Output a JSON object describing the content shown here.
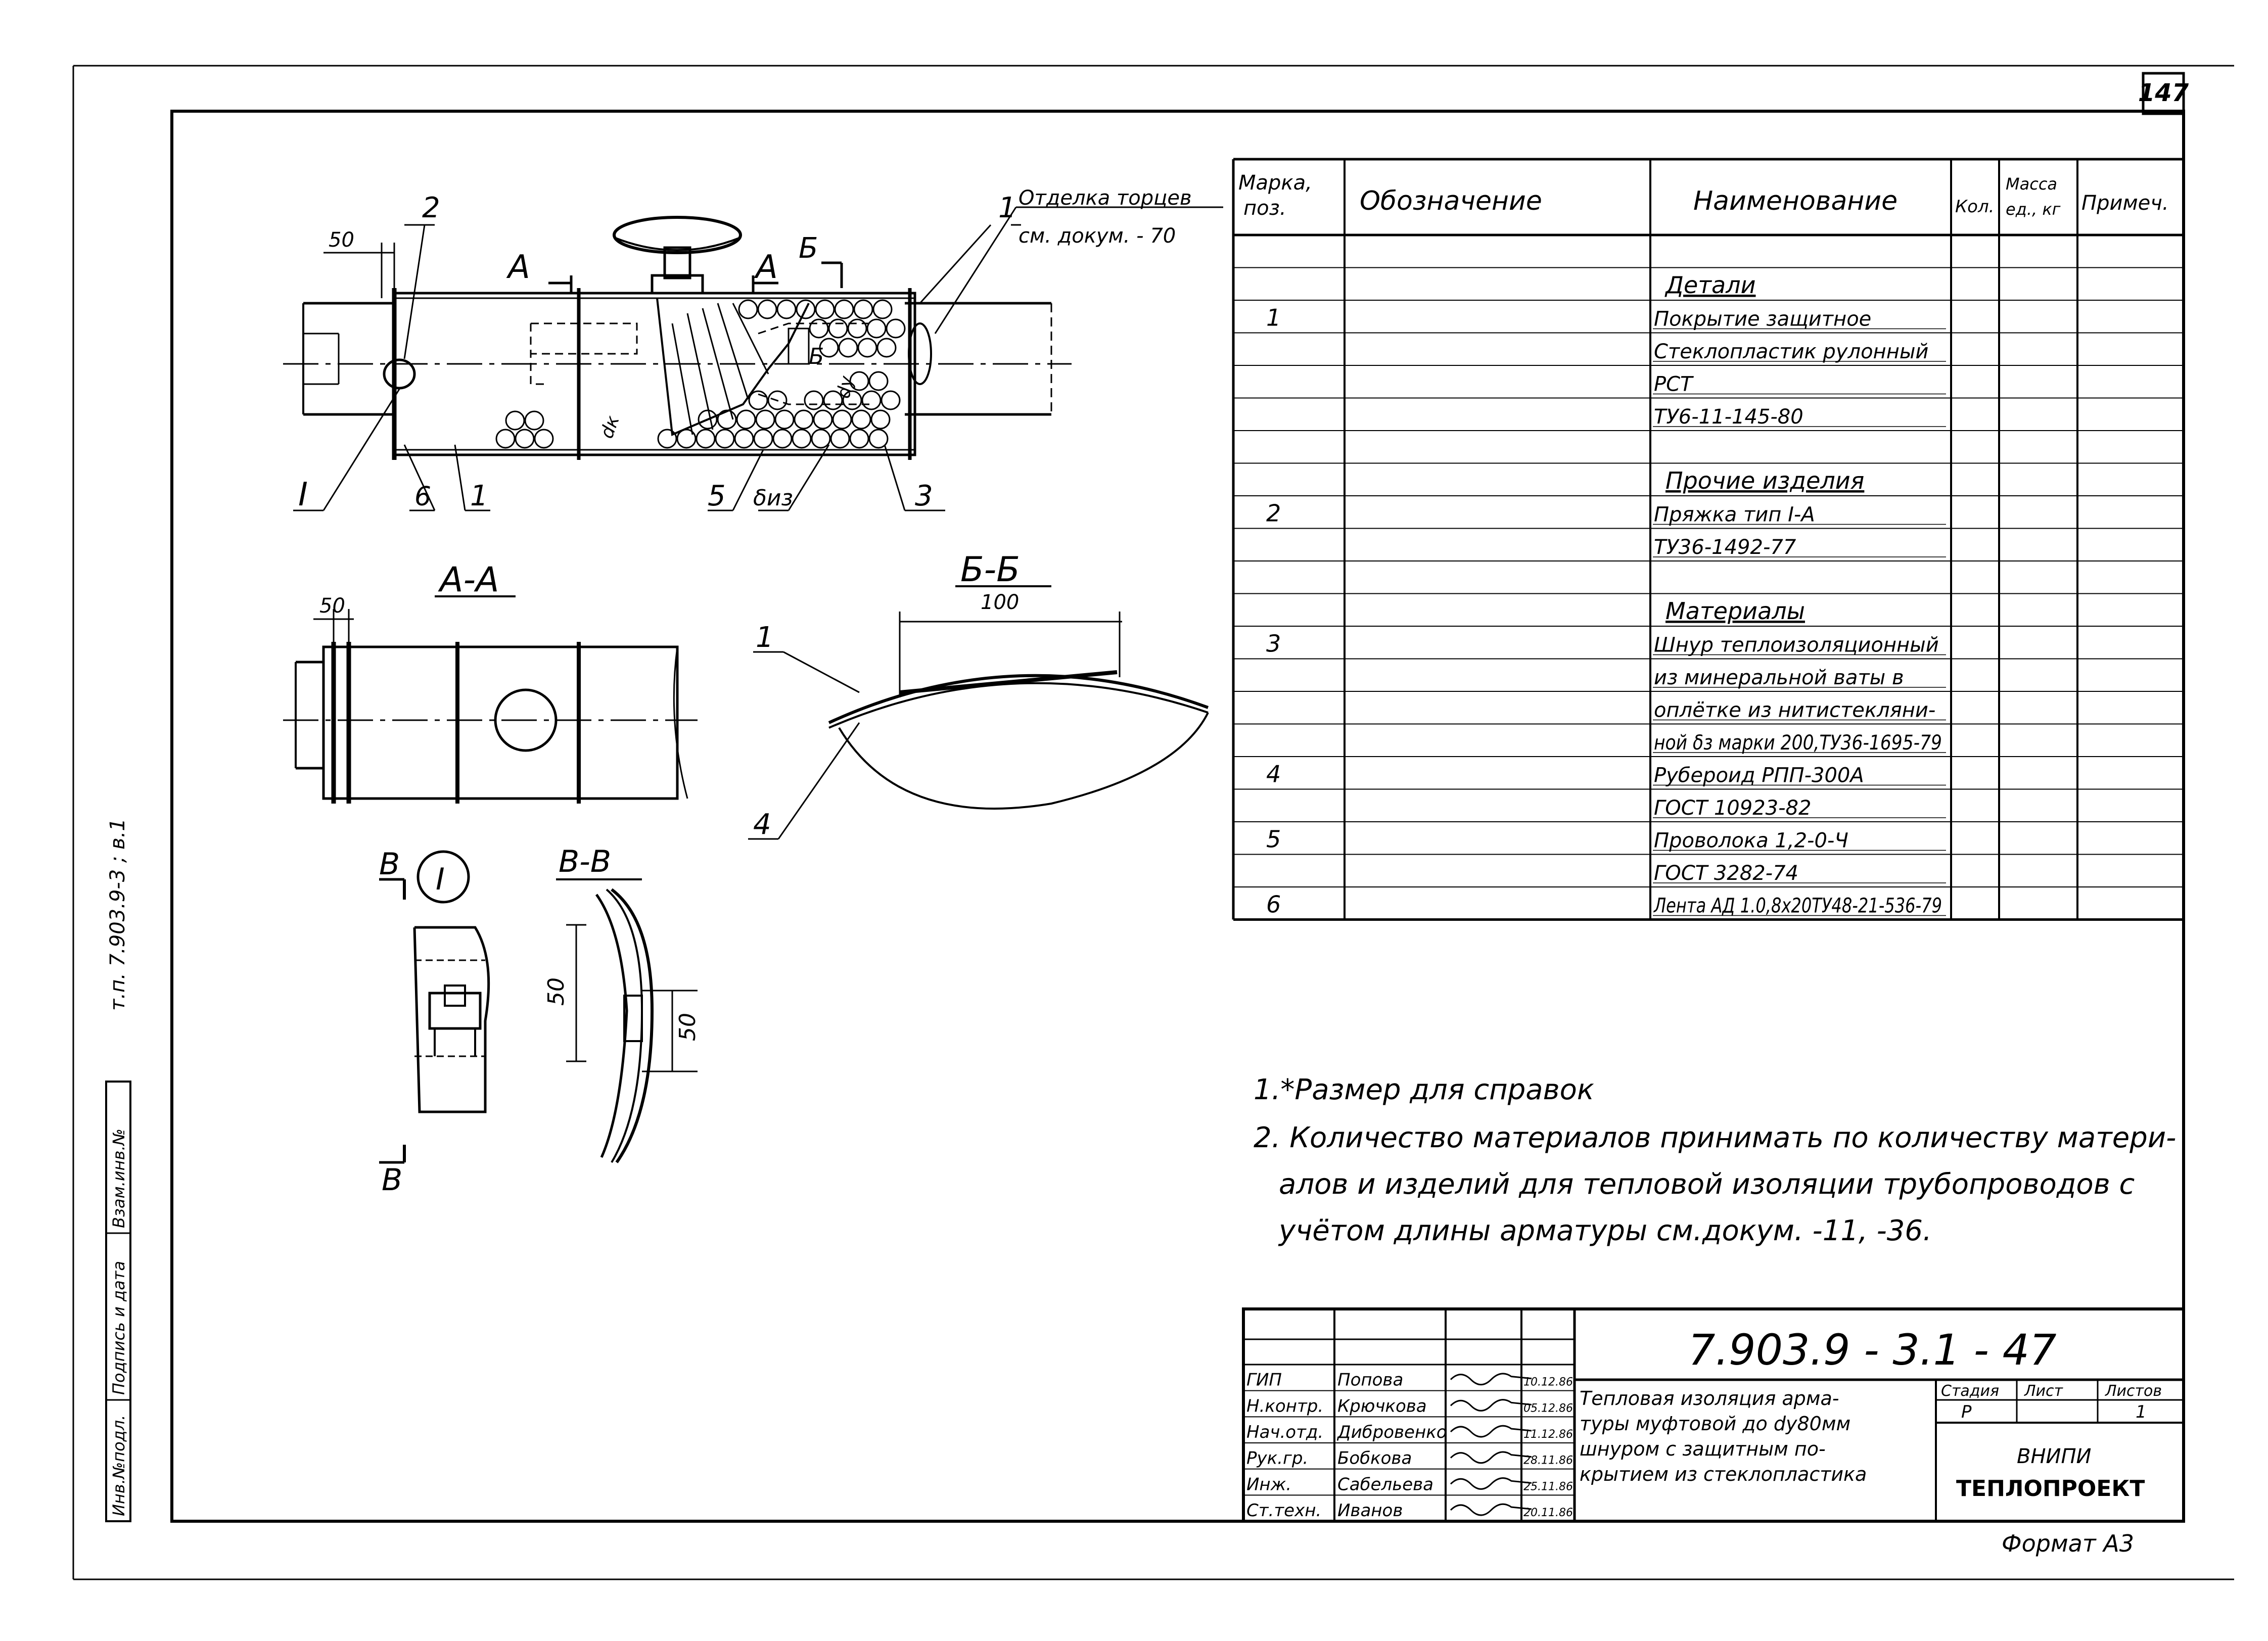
{
  "sheet_number": "147",
  "side_stamp_code": "т.п. 7.903.9-3 ; в.1",
  "side_stamp_fields": [
    "Инв.№подл.",
    "Подпись и дата",
    "Взам.инв.№"
  ],
  "views": {
    "main": {
      "callout_1": "Отделка торцев",
      "callout_2": "см. докум. - 70",
      "labels": {
        "dim_50": "50",
        "pos_2": "2",
        "pos_1_top": "1",
        "section_A_left": "А",
        "section_A_right": "А",
        "section_B_mark": "Б",
        "section_B_inside": "Б",
        "pos_I": "I",
        "pos_6": "6",
        "pos_1_bottom": "1",
        "pos_5": "5",
        "delta_iz": "δиз",
        "pos_3": "3",
        "dk": "dк",
        "dy": "dy"
      }
    },
    "section_AA": {
      "title": "А-А",
      "dim_50": "50"
    },
    "section_BB_curve": {
      "title": "Б-Б",
      "dim_100": "100",
      "pos_1": "1",
      "pos_4": "4"
    },
    "detail_I": {
      "title_left": "В",
      "title_circle": "I",
      "bottom_mark": "В"
    },
    "section_VV": {
      "title": "В-В",
      "dim_50_left": "50",
      "dim_50_right": "50"
    }
  },
  "spec_table": {
    "headers": {
      "mark": "Марка, поз.",
      "designation": "Обозначение",
      "name": "Наименование",
      "qty": "Кол.",
      "mass": "Масса ед., кг",
      "note": "Примеч."
    },
    "rows": [
      {
        "mark": "",
        "name": ""
      },
      {
        "mark": "",
        "name": "Детали",
        "heading": true
      },
      {
        "mark": "1",
        "name": "Покрытие защитное"
      },
      {
        "mark": "",
        "name": "Стеклопластик рулонный"
      },
      {
        "mark": "",
        "name": "РСТ"
      },
      {
        "mark": "",
        "name": "ТУ6-11-145-80"
      },
      {
        "mark": "",
        "name": ""
      },
      {
        "mark": "",
        "name": "Прочие изделия",
        "heading": true
      },
      {
        "mark": "2",
        "name": "Пряжка тип I-А"
      },
      {
        "mark": "",
        "name": "ТУ36-1492-77"
      },
      {
        "mark": "",
        "name": ""
      },
      {
        "mark": "",
        "name": "Материалы",
        "heading": true
      },
      {
        "mark": "3",
        "name": "Шнур теплоизоляционный"
      },
      {
        "mark": "",
        "name": "из минеральной ваты в"
      },
      {
        "mark": "",
        "name": "оплётке из нитистекляни-"
      },
      {
        "mark": "",
        "name": "ной δз марки 200,ТУ36-1695-79"
      },
      {
        "mark": "4",
        "name": "Рубероид РПП-300А"
      },
      {
        "mark": "",
        "name": "ГОСТ 10923-82"
      },
      {
        "mark": "5",
        "name": "Проволока 1,2-0-Ч"
      },
      {
        "mark": "",
        "name": "ГОСТ 3282-74"
      },
      {
        "mark": "6",
        "name": "Лента АД 1.0,8х20ТУ48-21-536-79"
      }
    ]
  },
  "notes": [
    "1.*Размер  для справок",
    "2. Количество материалов принимать по количеству матери-",
    "алов и изделий для тепловой изоляции трубопроводов с",
    "учётом длины арматуры см.докум.  -11, -36."
  ],
  "title_block": {
    "doc_code": "7.903.9 - 3.1 - 47",
    "title_lines": [
      "Тепловая изоляция арма-",
      "туры муфтовой до dу80мм",
      "шнуром с защитным по-",
      "крытием из стеклопластика"
    ],
    "stage_label": "Стадия",
    "sheet_label": "Лист",
    "sheets_label": "Листов",
    "stage": "Р",
    "sheet": "",
    "sheets": "1",
    "org_1": "ВНИПИ",
    "org_2": "ТЕПЛОПРОЕКТ",
    "signatures": [
      {
        "role": "ГИП",
        "name": "Попова",
        "date": "10.12.86"
      },
      {
        "role": "Н.контр.",
        "name": "Крючкова",
        "date": "05.12.86"
      },
      {
        "role": "Нач.отд.",
        "name": "Дибровенко",
        "date": "11.12.86"
      },
      {
        "role": "Рук.гр.",
        "name": "Бобкова",
        "date": "28.11.86"
      },
      {
        "role": "Инж.",
        "name": "Сабельева",
        "date": "25.11.86"
      },
      {
        "role": "Ст.техн.",
        "name": "Иванов",
        "date": "20.11.86"
      }
    ]
  },
  "format_label": "Формат А3"
}
